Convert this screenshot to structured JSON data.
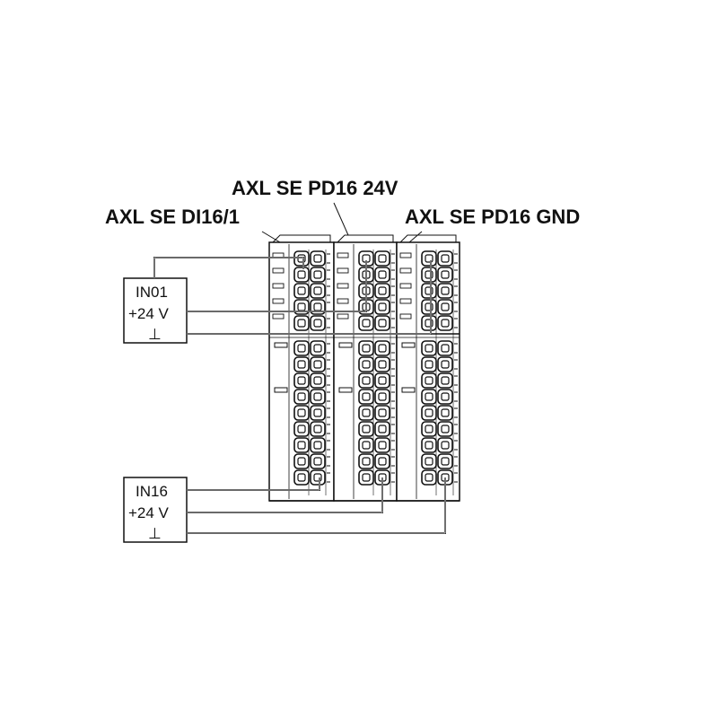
{
  "labels": {
    "pd24": "AXL SE PD16 24V",
    "di16": "AXL SE DI16/1",
    "pdgnd": "AXL SE PD16 GND"
  },
  "sensor_top": {
    "signal": "IN01",
    "supply": "+24 V",
    "ground": "⊥"
  },
  "sensor_bottom": {
    "signal": "IN16",
    "supply": "+24 V",
    "ground": "⊥"
  }
}
